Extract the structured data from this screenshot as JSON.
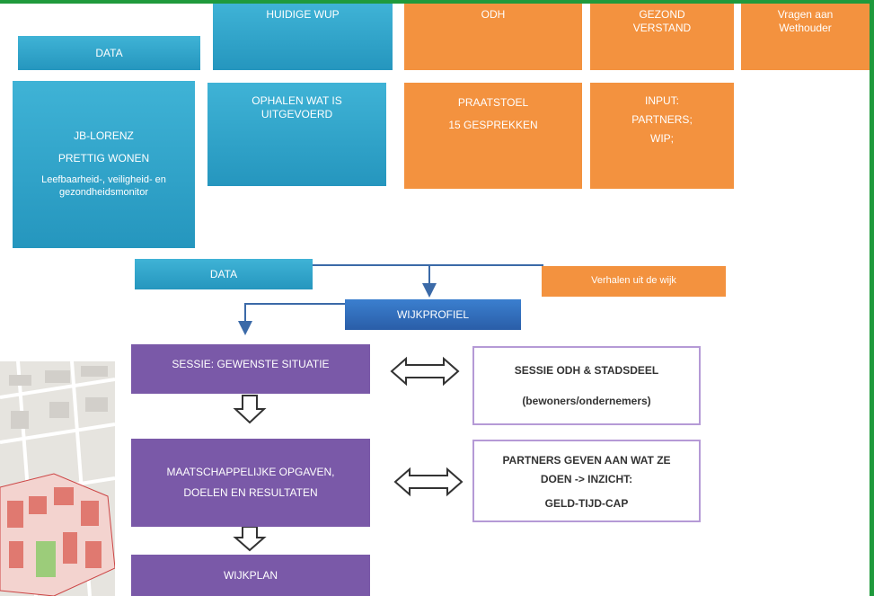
{
  "header_boxes": {
    "data": "DATA",
    "huidige_wijkuitvoeringsplan": "HUIDIGE WUP",
    "odh": "ODH",
    "gezond_verstand": "GEZOND VERSTAND",
    "vragen_wethouder": "Vragen aan Wethouder"
  },
  "content_boxes": {
    "data": [
      "JB-LORENZ",
      "PRETTIG WONEN",
      "Leefbaarheid-, veiligheid- en gezondheidsmonitor"
    ],
    "huidige_wup": [
      "OPHALEN WAT IS UITGEVOERD"
    ],
    "odh": [
      "PRAATSTOEL",
      "15 GESPREKKEN"
    ],
    "gezond_verstand": [
      "INPUT:",
      "PARTNERS;",
      "WIP;"
    ]
  },
  "flow": {
    "data_bar": "DATA",
    "verhalen": "Verhalen uit de wijk",
    "wijkprofiel": "WIJKPROFIEL",
    "sessie_gewenst": "SESSIE: GEWENSTE SITUATIE",
    "maatschappelijke": "MAATSCHAPPELIJKE OPGAVEN, DOELEN EN RESULTATEN",
    "wijkplan": "WIJKPLAN",
    "sessie_odh": [
      "SESSIE ODH & STADSDEEL",
      "(bewoners/ondernemers)"
    ],
    "partners": [
      "PARTNERS GEVEN AAN WAT ZE DOEN -> INZICHT:",
      "GELD-TIJD-CAP"
    ]
  },
  "colors": {
    "blue": "#2596be",
    "orange": "#f3923f",
    "purple": "#7a59a8",
    "dark_blue": "#2a5ea8",
    "outline_purple": "#b59ad6",
    "frame_green": "#1f9a3c"
  }
}
